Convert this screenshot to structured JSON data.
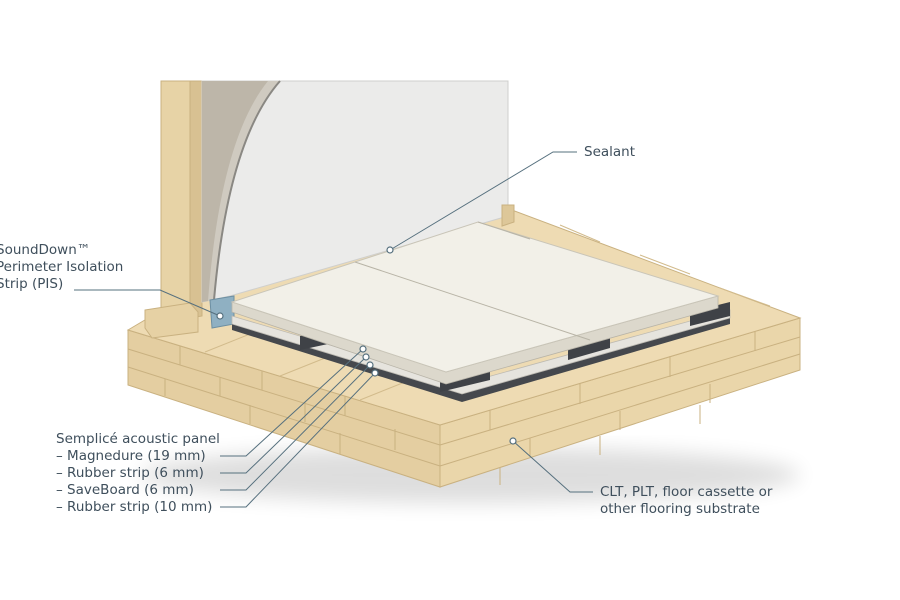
{
  "labels": {
    "sealant": "Sealant",
    "pis": {
      "lines": [
        "SoundDown™",
        "Perimeter Isolation",
        "Strip (PIS)"
      ]
    },
    "panel": {
      "title": "Semplicé acoustic panel",
      "layers": [
        "–  Magnedure (19 mm)",
        "–  Rubber strip (6 mm)",
        "–  SaveBoard (6 mm)",
        "–  Rubber strip (10 mm)"
      ]
    },
    "substrate": {
      "lines": [
        "CLT, PLT, floor cassette or",
        "other flooring substrate"
      ]
    }
  },
  "colors": {
    "timber_top": "#ecd8ae",
    "timber_side": "#e2cda0",
    "timber_joint": "#c9b180",
    "wall": "#ebebea",
    "panel_top": "#f1efe7",
    "panel_edge": "#dcd8cc",
    "rubber": "#4a4d52",
    "pis": "#7fa3b8",
    "leader": "#56707e",
    "text": "#3f4f5c"
  }
}
